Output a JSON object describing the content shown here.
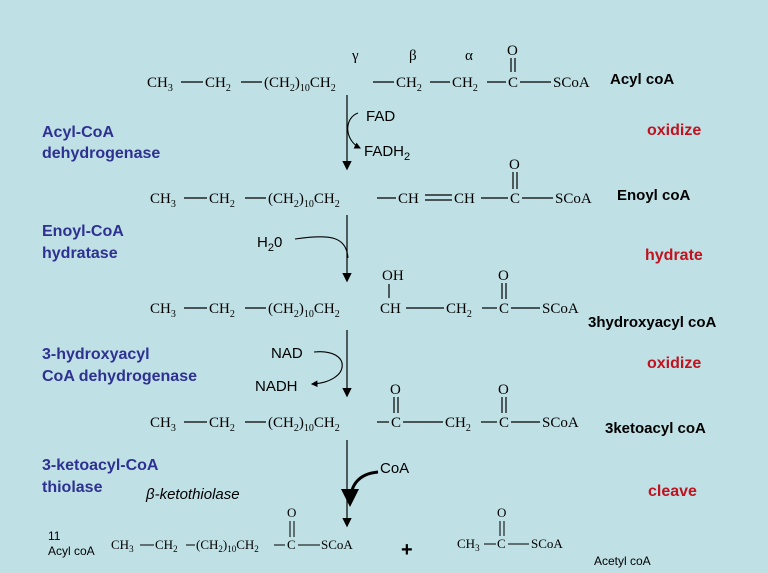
{
  "compounds": {
    "acyl": "Acyl coA",
    "enoyl": "Enoyl coA",
    "hydroxy": "3hydroxyacyl coA",
    "keto": "3ketoacyl coA",
    "acetyl": "Acetyl coA",
    "product_num": "11",
    "product_name": "Acyl coA"
  },
  "greek": {
    "gamma": "γ",
    "beta": "β",
    "alpha": "α"
  },
  "enzymes": {
    "e1_line1": "Acyl-CoA",
    "e1_line2": "dehydrogenase",
    "e2_line1": "Enoyl-CoA",
    "e2_line2": "hydratase",
    "e3_line1": "3-hydroxyacyl",
    "e3_line2": "CoA dehydrogenase",
    "e4_line1": "3-ketoacyl-CoA",
    "e4_line2": "thiolase",
    "e4_alt": "β-ketothiolase"
  },
  "actions": {
    "a1": "oxidize",
    "a2": "hydrate",
    "a3": "oxidize",
    "a4": "cleave"
  },
  "reagents": {
    "fad": "FAD",
    "fadh": "FADH",
    "fadh_sub": "2",
    "water": "H",
    "water_sub": "2",
    "water_o": "0",
    "nad": "NAD",
    "nadh": "NADH",
    "coa": "CoA",
    "plus": "+"
  },
  "chains": {
    "acyl": {
      "ch3": "CH",
      "ch3_sub": "3",
      "ch2a": "CH",
      "ch2a_sub": "2",
      "ch2n": "(CH",
      "ch2n_sub": "2",
      "ch2n_close": ")",
      "n": "10",
      "g": "CH",
      "g_sub": "2",
      "b": "CH",
      "b_sub": "2",
      "a": "CH",
      "a_sub": "2",
      "c": "C",
      "o": "O",
      "scoa": "SCoA"
    },
    "enoyl": {
      "ch3": "CH",
      "ch3_sub": "3",
      "ch2a": "CH",
      "ch2a_sub": "2",
      "ch2n": "(CH",
      "ch2n_sub": "2",
      "ch2n_close": ")",
      "n": "10",
      "g": "CH",
      "g_sub": "2",
      "b": "CH",
      "a": "CH",
      "c": "C",
      "o": "O",
      "scoa": "SCoA"
    },
    "hydroxy": {
      "ch3": "CH",
      "ch3_sub": "3",
      "ch2a": "CH",
      "ch2a_sub": "2",
      "ch2n": "(CH",
      "ch2n_sub": "2",
      "ch2n_close": ")",
      "n": "10",
      "g": "CH",
      "g_sub": "2",
      "b": "CH",
      "oh": "OH",
      "a": "CH",
      "a_sub": "2",
      "c": "C",
      "o": "O",
      "scoa": "SCoA"
    },
    "keto": {
      "ch3": "CH",
      "ch3_sub": "3",
      "ch2a": "CH",
      "ch2a_sub": "2",
      "ch2n": "(CH",
      "ch2n_sub": "2",
      "ch2n_close": ")",
      "n": "10",
      "g": "CH",
      "g_sub": "2",
      "b": "C",
      "bo": "O",
      "a": "CH",
      "a_sub": "2",
      "c": "C",
      "o": "O",
      "scoa": "SCoA"
    },
    "product": {
      "ch3": "CH",
      "ch3_sub": "3",
      "ch2a": "CH",
      "ch2a_sub": "2",
      "ch2n": "(CH",
      "ch2n_sub": "2",
      "ch2n_close": ")",
      "n": "10",
      "g": "CH",
      "g_sub": "2",
      "c": "C",
      "o": "O",
      "scoa": "SCoA"
    },
    "acetyl": {
      "ch3": "CH",
      "ch3_sub": "3",
      "c": "C",
      "o": "O",
      "scoa": "SCoA"
    }
  }
}
